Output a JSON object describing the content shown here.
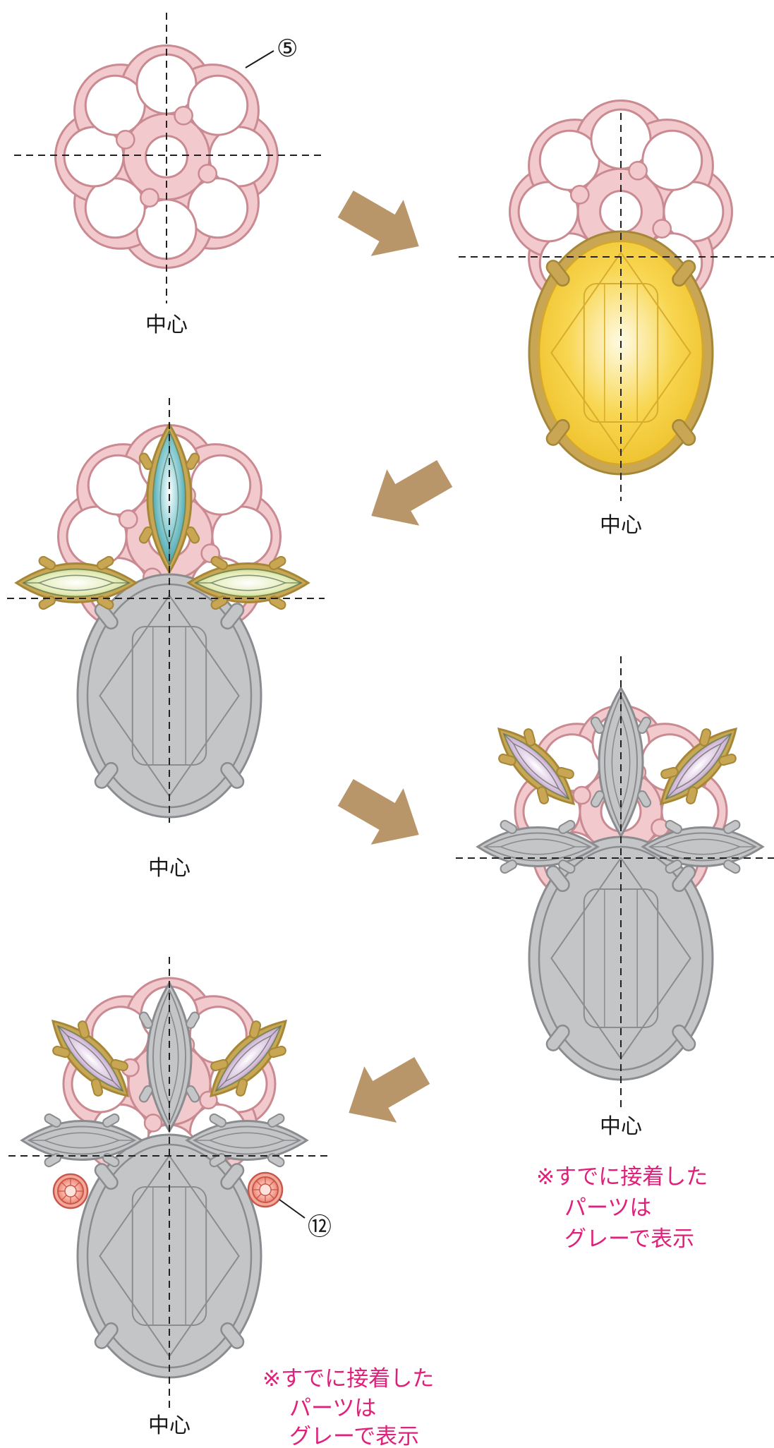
{
  "colors": {
    "lace": "#f2c9cd",
    "lace_stroke": "#c98a91",
    "gray_part": "#c4c5c7",
    "gray_stroke": "#8a8c8f",
    "gold": "#c8a654",
    "gold_stroke": "#a58737",
    "yellow_stone": "#f6cf3e",
    "teal_stone": "#5fb3bd",
    "lime_stone": "#dce6a4",
    "purple_stone": "#c9a6d1",
    "coral_stone": "#ef8b7c",
    "arrow": "#b89669",
    "note": "#e0207a",
    "guide": "#222222"
  },
  "labels": {
    "center": "中心",
    "part5": "⑤",
    "part12": "⑫",
    "note_line1": "※すでに接着した",
    "note_line2": "パーツは",
    "note_line3": "グレーで表示"
  },
  "steps": [
    {
      "id": 1,
      "lace": true,
      "oval": "none",
      "top_marquise": "none",
      "side_marquise": "none",
      "small_marquise": "none",
      "round": "none"
    },
    {
      "id": 2,
      "lace": true,
      "oval": "yellow",
      "top_marquise": "none",
      "side_marquise": "none",
      "small_marquise": "none",
      "round": "none"
    },
    {
      "id": 3,
      "lace": true,
      "oval": "gray",
      "top_marquise": "teal",
      "side_marquise": "lime",
      "small_marquise": "none",
      "round": "none"
    },
    {
      "id": 4,
      "lace": true,
      "oval": "gray",
      "top_marquise": "gray",
      "side_marquise": "gray",
      "small_marquise": "purple",
      "round": "none"
    },
    {
      "id": 5,
      "lace": true,
      "oval": "gray",
      "top_marquise": "gray",
      "side_marquise": "gray",
      "small_marquise": "purple",
      "round": "coral"
    }
  ],
  "arrow_icons": [
    "arrow-down-right-icon",
    "arrow-down-left-icon",
    "arrow-down-right-icon",
    "arrow-down-left-icon"
  ]
}
